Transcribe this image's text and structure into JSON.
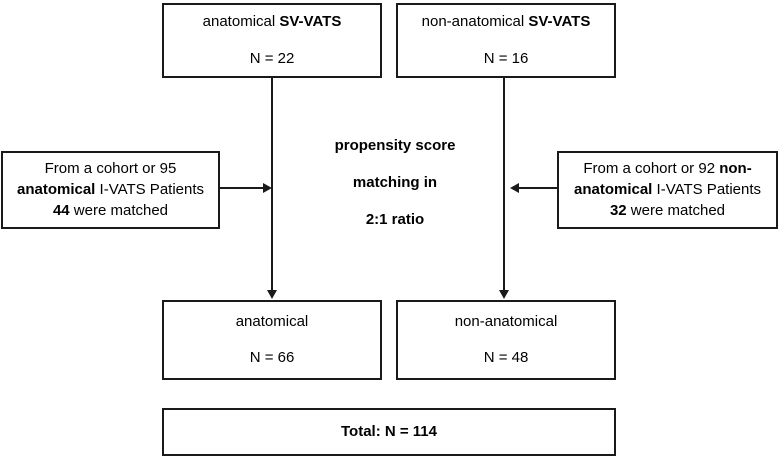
{
  "diagram": {
    "title": "Propensity score matching flow diagram",
    "colors": {
      "stroke": "#1a1a1a",
      "background": "#ffffff",
      "text": "#000000"
    },
    "boxes": {
      "sv_anatomical": {
        "label_prefix": "anatomical ",
        "label_bold": "SV-VATS",
        "count": "N = 22"
      },
      "sv_non_anatomical": {
        "label_prefix": "non-anatomical ",
        "label_bold": "SV-VATS",
        "count": "N = 16"
      },
      "cohort_left": {
        "line1": "From a cohort or 95",
        "line2_bold": "anatomical",
        "line2_rest": " I-VATS Patients",
        "line3_bold": "44",
        "line3_rest": " were matched"
      },
      "cohort_right": {
        "line1_rest": "From a cohort or 92 ",
        "line1_bold": "non-",
        "line2_bold": "anatomical",
        "line2_rest": " I-VATS Patients",
        "line3_bold": "32",
        "line3_rest": " were matched"
      },
      "result_anatomical": {
        "label": "anatomical",
        "count": "N = 66"
      },
      "result_non_anatomical": {
        "label": "non-anatomical",
        "count": "N = 48"
      },
      "total": {
        "label": "Total: N = 114"
      }
    },
    "center_note": {
      "line1": "propensity score",
      "line2": "matching in",
      "line3": "2:1 ratio"
    }
  }
}
